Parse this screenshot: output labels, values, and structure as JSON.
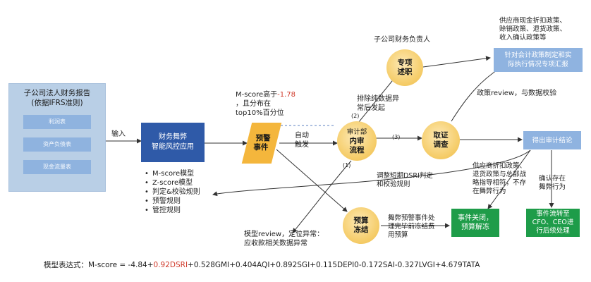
{
  "source_panel": {
    "title_line1": "子公司法人财务报告",
    "title_line2": "(依据IFRS准则)",
    "items": [
      "利润表",
      "资产负债表",
      "现金流量表"
    ]
  },
  "input_label": "输入",
  "app_box": {
    "line1": "财务舞弊",
    "line2": "智能风控应用"
  },
  "models_list": [
    "M-score模型",
    "Z-score模型",
    "判定&校验规则",
    "预警规则",
    "管控规则"
  ],
  "mscore_note": {
    "line1_prefix": "M-score高于",
    "line1_value": "-1.78",
    "line2": "，且分布在",
    "line3": "top10%百分位"
  },
  "alert_box": {
    "line1": "预警",
    "line2": "事件"
  },
  "auto_trigger": {
    "line1": "自动",
    "line2": "触发"
  },
  "audit_circle": {
    "line1": "审计部",
    "line2": "内审",
    "line3": "流程"
  },
  "special_circle": {
    "line1": "专项",
    "line2": "述职"
  },
  "evidence_circle": {
    "line1": "取证",
    "line2": "调查"
  },
  "freeze_circle": {
    "line1": "预算",
    "line2": "冻结"
  },
  "cfo_label": "子公司财务负责人",
  "exclude_note": {
    "line1": "排除纯数据异",
    "line2": "常后发起"
  },
  "step_labels": {
    "s1": "(1)",
    "s2": "(2)",
    "s3": "(3)"
  },
  "supplier_top_note": {
    "line1": "供应商现金折扣政策、",
    "line2": "赊销政策、退货政策、",
    "line3": "收入确认政策等"
  },
  "report_box": {
    "line1": "针对会计政策制定和实",
    "line2": "际执行情况专项汇报"
  },
  "policy_review": "政策review，与数据校验",
  "conclusion_box": "得出审计结论",
  "supplier_mid_note": {
    "line1": "供应商折扣政策、",
    "line2": "退货政策与总部战",
    "line3": "略指导相符，不存",
    "line4": "在舞弊行为"
  },
  "fraud_exists": {
    "line1": "确认存在",
    "line2": "舞弊行为"
  },
  "dsri_adjust": {
    "line1": "调整短期DSRI判定",
    "line2": "和校验规则"
  },
  "fraud_alert_note": {
    "line1": "舞弊预警事件处",
    "line2": "理完毕前冻结费",
    "line3": "用预算"
  },
  "event_closed": {
    "line1": "事件关闭，",
    "line2": "预算解冻"
  },
  "escalate_box": {
    "line1": "事件流转至",
    "line2": "CFO、CEO进",
    "line3": "行后续处理"
  },
  "model_review": {
    "line1": "模型review，定位异常：",
    "line2": "应收款相关数据异常"
  },
  "formula": {
    "label": "模型表达式：",
    "prefix": "M-score = -4.84+",
    "dsri_term": "0.92DSRI",
    "rest": "+0.528GMI+0.404AQI+0.892SGI+0.115DEPI0-0.172SAI-0.327LVGI+4.679TATA"
  },
  "colors": {
    "navy": "#2f5aa8",
    "green": "#1e9c49",
    "orange": "#f4b63c",
    "gold": "#f6cf6f",
    "light_blue": "#8fb3e0",
    "red": "#d03a2b"
  }
}
